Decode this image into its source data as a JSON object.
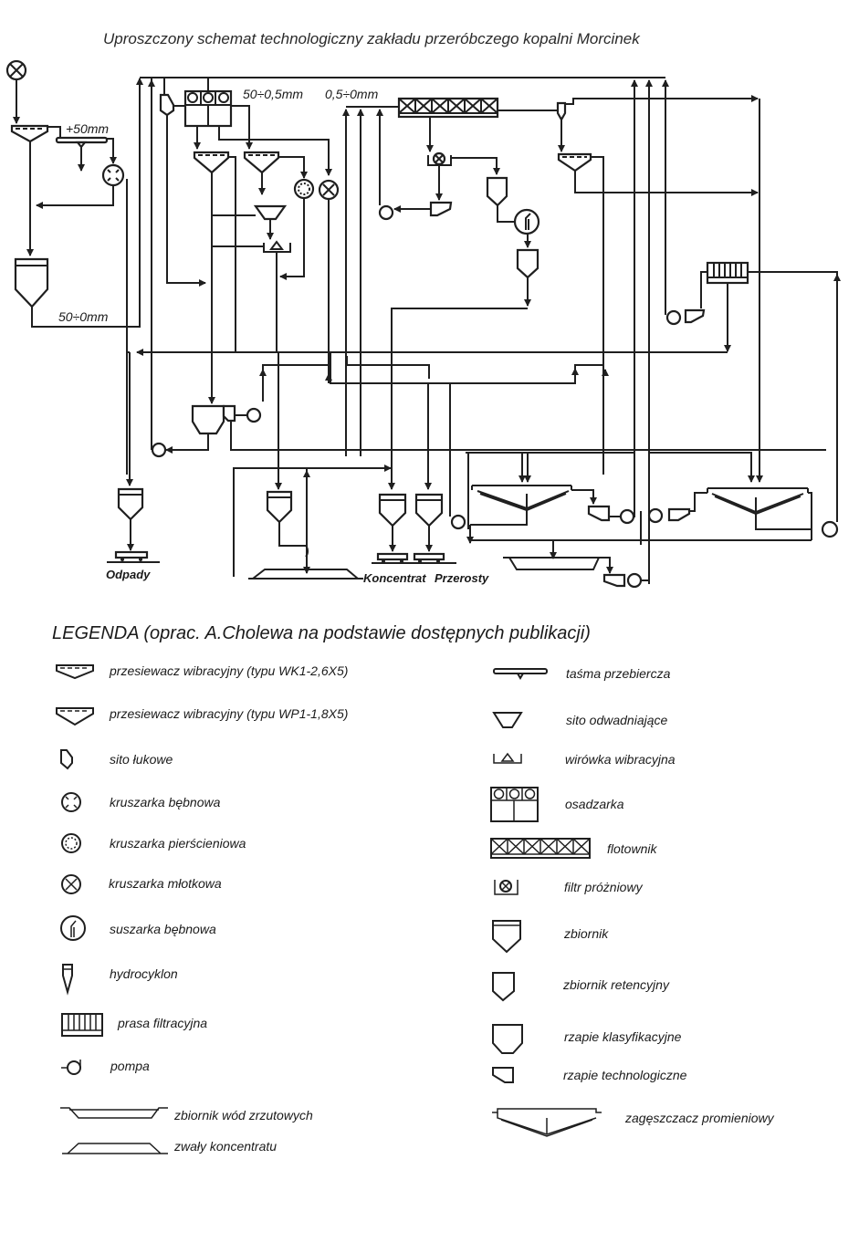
{
  "title": "Uproszczony schemat technologiczny zakładu przeróbczego kopalni Morcinek",
  "diagram": {
    "labels": {
      "plus50": "+50mm",
      "range_50_05": "50÷0,5mm",
      "range_05_0": "0,5÷0mm",
      "range_50_0": "50÷0mm",
      "odpady": "Odpady",
      "koncentrat": "Koncentrat",
      "przerosty": "Przerosty"
    }
  },
  "legend": {
    "title": "LEGENDA (oprac. A.Cholewa na podstawie dostępnych publikacji)",
    "left": [
      {
        "icon": "vibrating-screen-wk1-icon",
        "label": "przesiewacz wibracyjny (typu WK1-2,6X5)"
      },
      {
        "icon": "vibrating-screen-wp1-icon",
        "label": "przesiewacz wibracyjny (typu WP1-1,8X5)"
      },
      {
        "icon": "sieve-bend-icon",
        "label": "sito łukowe"
      },
      {
        "icon": "drum-crusher-icon",
        "label": "kruszarka bębnowa"
      },
      {
        "icon": "ring-crusher-icon",
        "label": "kruszarka pierścieniowa"
      },
      {
        "icon": "hammer-crusher-icon",
        "label": "kruszarka młotkowa"
      },
      {
        "icon": "drum-dryer-icon",
        "label": "suszarka bębnowa"
      },
      {
        "icon": "hydrocyclone-icon",
        "label": "hydrocyklon"
      },
      {
        "icon": "filter-press-icon",
        "label": "prasa filtracyjna"
      },
      {
        "icon": "pump-icon",
        "label": "pompa"
      },
      {
        "icon": "tailings-water-tank-icon",
        "label": "zbiornik wód zrzutowych"
      },
      {
        "icon": "concentrate-stockpile-icon",
        "label": "zwały koncentratu"
      }
    ],
    "right": [
      {
        "icon": "picking-belt-icon",
        "label": "taśma przebiercza"
      },
      {
        "icon": "dewatering-screen-icon",
        "label": "sito odwadniające"
      },
      {
        "icon": "vibrating-centrifuge-icon",
        "label": "wirówka wibracyjna"
      },
      {
        "icon": "jig-icon",
        "label": "osadzarka"
      },
      {
        "icon": "flotation-cell-icon",
        "label": "flotownik"
      },
      {
        "icon": "vacuum-filter-icon",
        "label": "filtr próżniowy"
      },
      {
        "icon": "bunker-icon",
        "label": "zbiornik"
      },
      {
        "icon": "retention-bunker-icon",
        "label": "zbiornik retencyjny"
      },
      {
        "icon": "classifying-sump-icon",
        "label": "rzapie klasyfikacyjne"
      },
      {
        "icon": "process-sump-icon",
        "label": "rzapie technologiczne"
      },
      {
        "icon": "radial-thickener-icon",
        "label": "zagęszczacz promieniowy"
      }
    ]
  }
}
